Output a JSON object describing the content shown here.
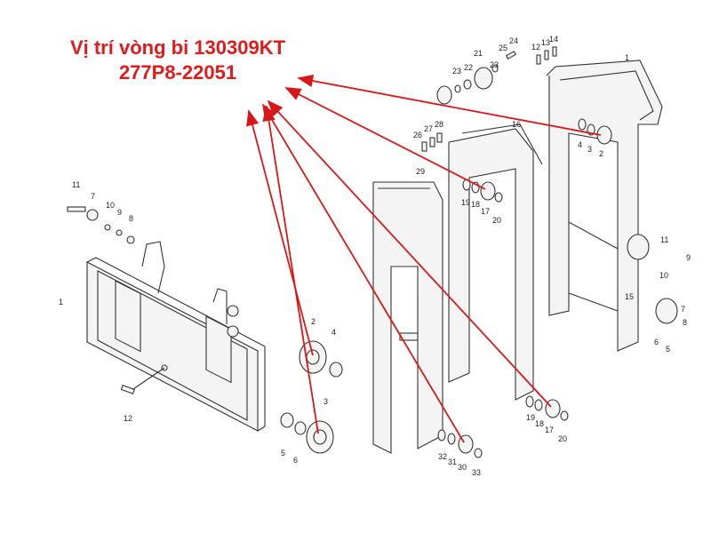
{
  "title": {
    "line1": "Vị trí vòng bi 130309KT",
    "line2": "277P8-22051"
  },
  "colors": {
    "annotation": "#e01b1b",
    "lines": "#333333"
  },
  "labels": {
    "carriage": [
      "11",
      "7",
      "10",
      "9",
      "8",
      "1",
      "12",
      "2",
      "4",
      "3",
      "5",
      "6"
    ],
    "inner_mast": [
      "29",
      "26",
      "27",
      "28",
      "16",
      "19",
      "18",
      "17",
      "20",
      "32",
      "31",
      "30",
      "33",
      "19",
      "18",
      "17",
      "20"
    ],
    "outer_mast": [
      "24",
      "25",
      "21",
      "23",
      "22",
      "23",
      "12",
      "13",
      "14",
      "1",
      "4",
      "3",
      "2",
      "11",
      "9",
      "10",
      "15",
      "7",
      "8",
      "6",
      "5"
    ]
  }
}
